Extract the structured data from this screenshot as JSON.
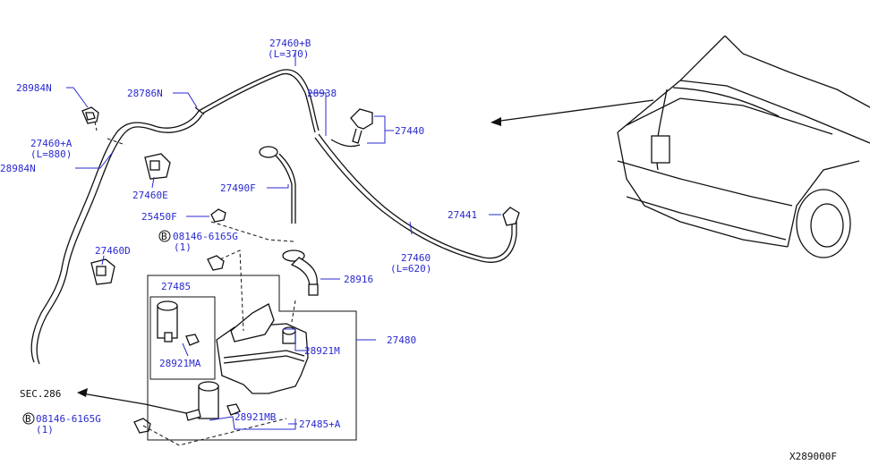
{
  "labels": {
    "p27460b": "27460+B",
    "p27460b_len": "(L=370)",
    "p28984n_top": "28984N",
    "p28786n": "28786N",
    "p28938": "28938",
    "p27440": "27440",
    "p27460a": "27460+A",
    "p27460a_len": "(L=880)",
    "p28984n_side": "28984N",
    "p27460e": "27460E",
    "p27490f": "27490F",
    "p27441": "27441",
    "p25450f": "25450F",
    "bolt_top": "08146-6165G",
    "bolt_top_qty": "(1)",
    "p27460": "27460",
    "p27460_len": "(L=620)",
    "p27460d": "27460D",
    "p28916": "28916",
    "p27485": "27485",
    "p28921m": "28921M",
    "p27480": "27480",
    "p28921ma": "28921MA",
    "sec286": "SEC.286",
    "bolt_bottom": "08146-6165G",
    "bolt_bottom_qty": "(1)",
    "p28921mb": "28921MB",
    "p27485a": "27485+A",
    "bolt_marker": "B",
    "diagram_id": "X289000F"
  },
  "icons": [
    "washer-tank-icon",
    "washer-pump-icon",
    "nozzle-icon",
    "bolt-icon",
    "vehicle-front-icon"
  ]
}
